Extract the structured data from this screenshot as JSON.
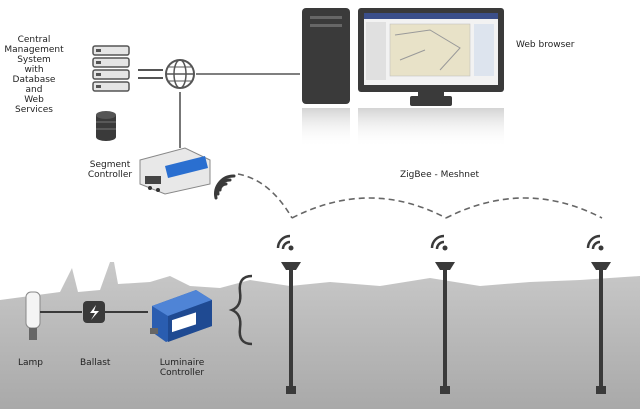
{
  "labels": {
    "cms": "Central\nManagement\nSystem\nwith\nDatabase\nand\nWeb Services",
    "web_browser": "Web browser",
    "segment_controller": "Segment\nController",
    "zigbee": "ZigBee - Meshnet",
    "lamp": "Lamp",
    "ballast": "Ballast",
    "luminaire_controller": "Luminaire\nController"
  },
  "colors": {
    "dark": "#3a3a3a",
    "line": "#555555",
    "skyline": "#dcdcdc",
    "ground": "#bdbdbd",
    "accent_blue": "#2a5db0"
  },
  "icons": [
    "server-rack-icon",
    "database-icon",
    "globe-icon",
    "computer-tower-icon",
    "monitor-icon",
    "wifi-icon",
    "ballast-icon",
    "streetlight-icon"
  ]
}
